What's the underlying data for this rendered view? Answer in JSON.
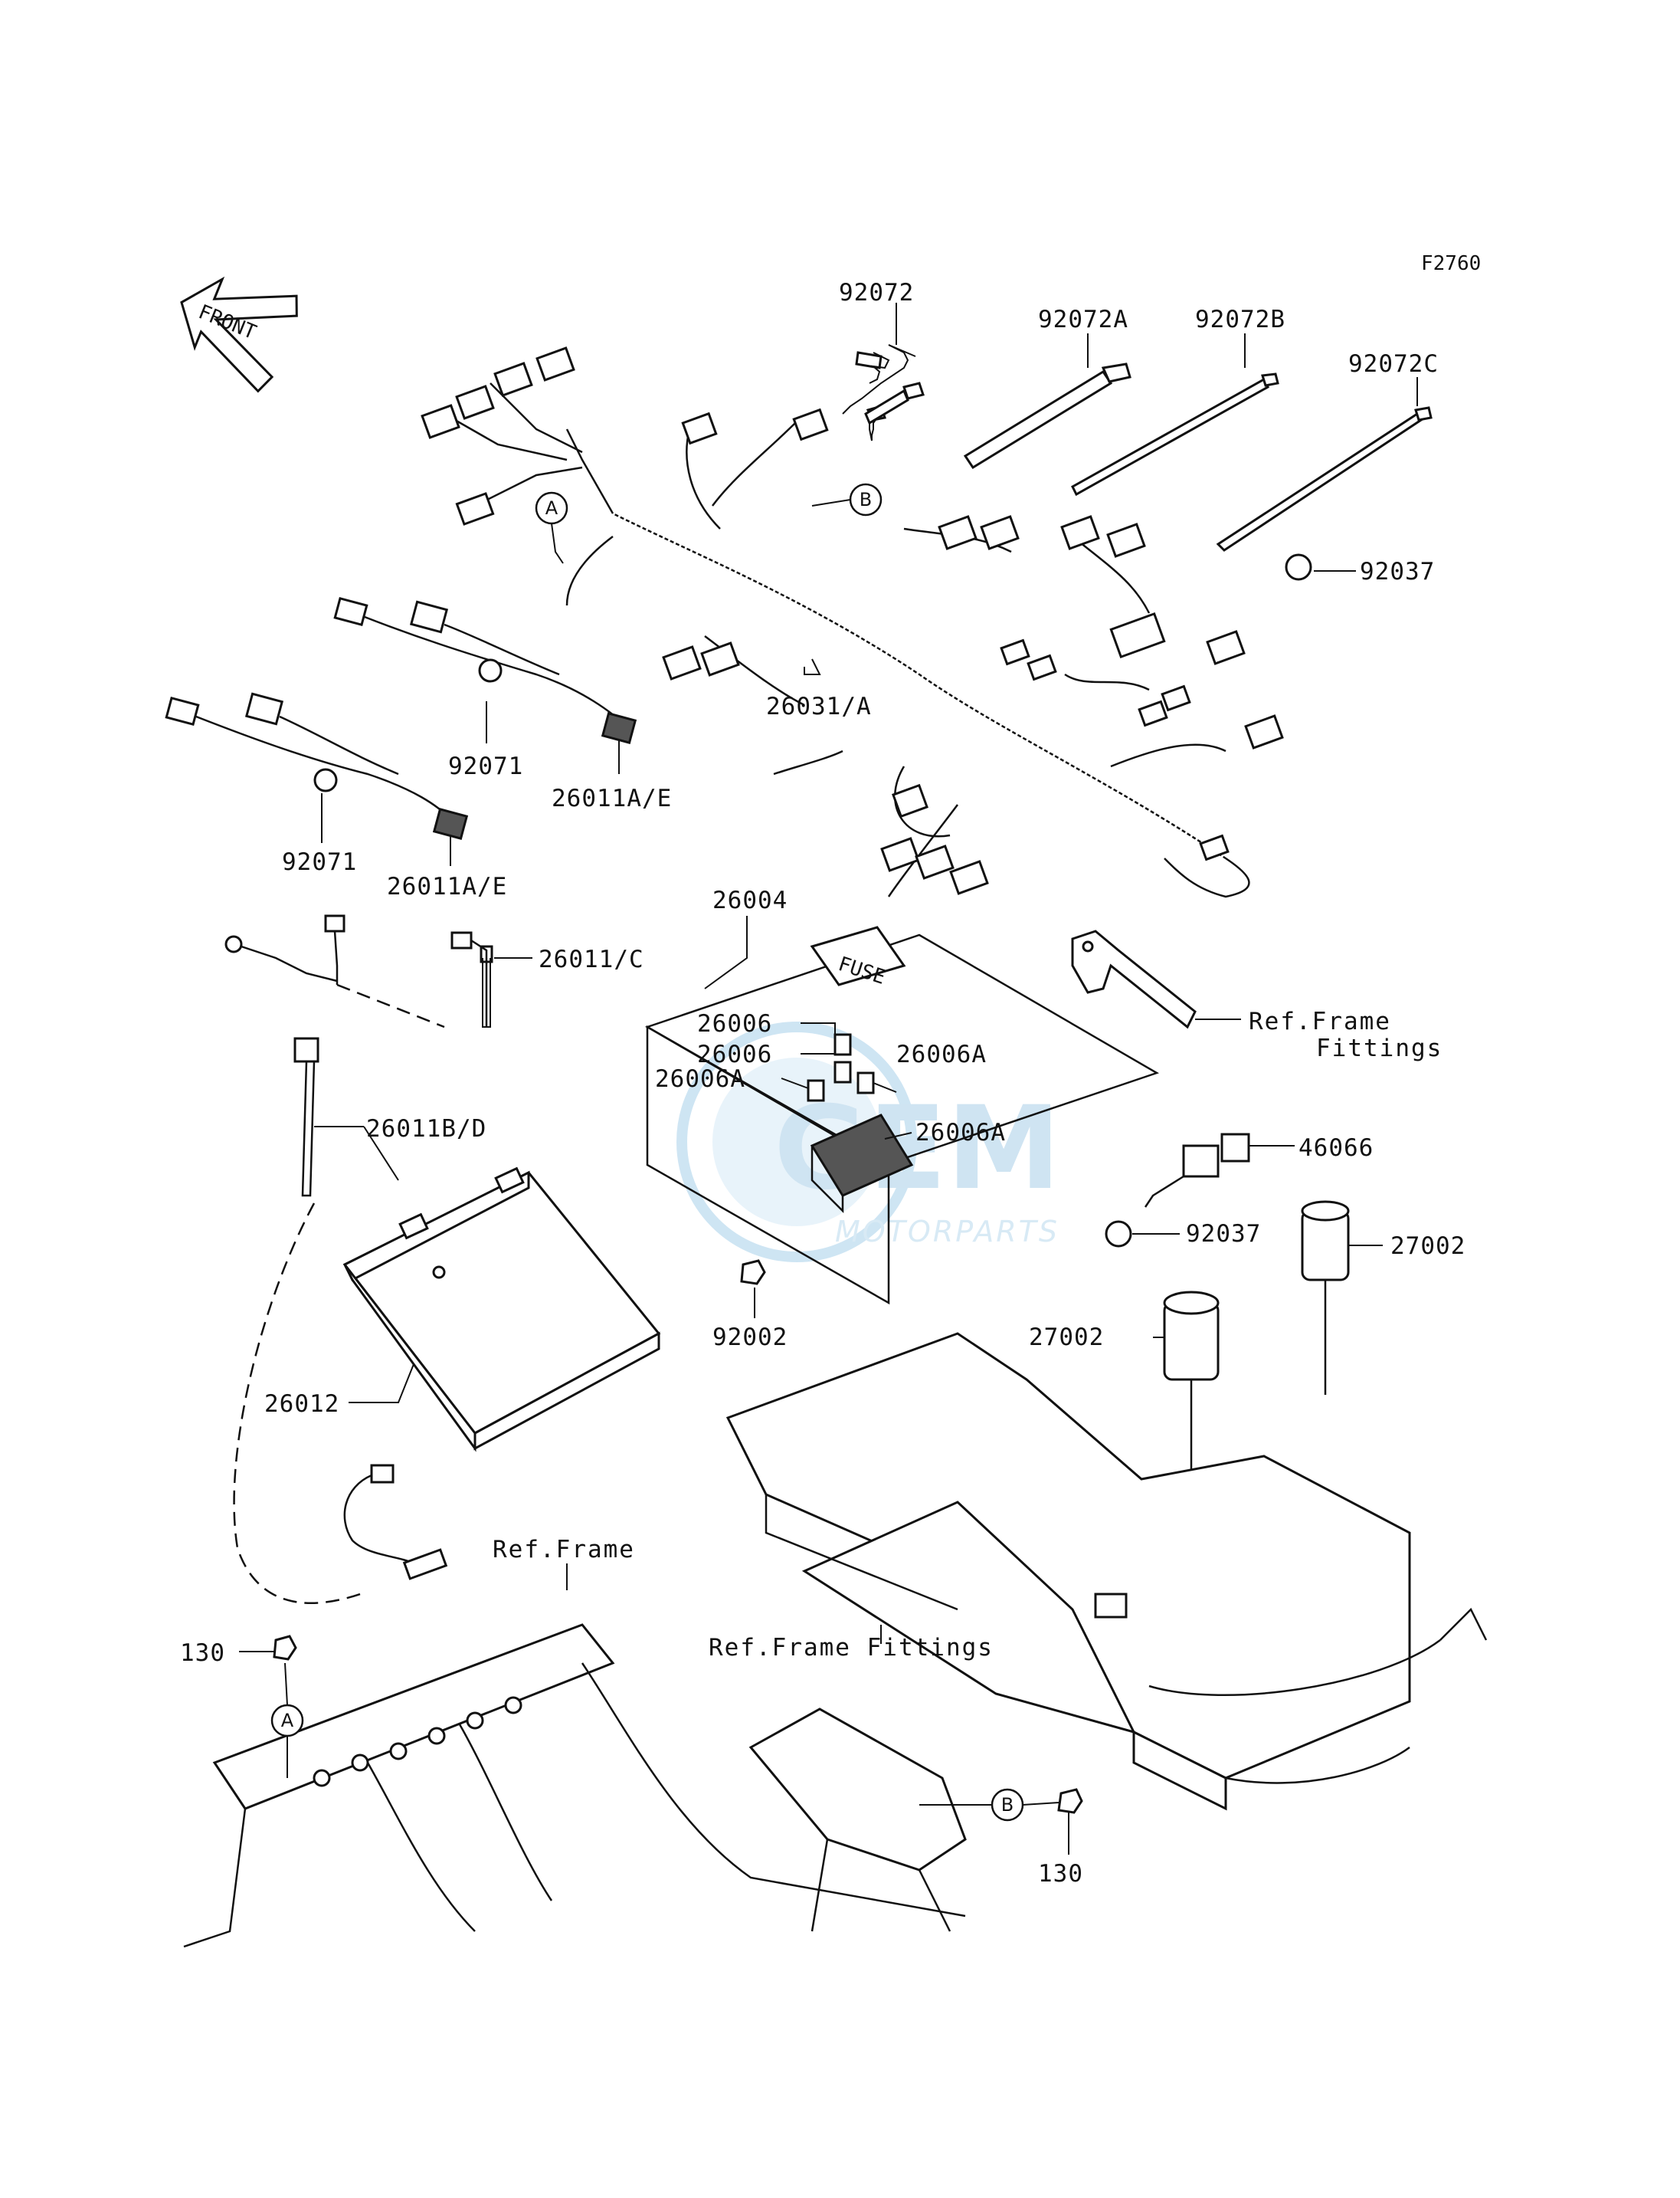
{
  "figure_code": "F2760",
  "front_arrow": {
    "label": "FRONT"
  },
  "callouts": {
    "a": "A",
    "b": "B"
  },
  "fuse_box_label": "FUSE",
  "watermark": {
    "logo_text": "GEM",
    "sub_text": "MOTORPARTS"
  },
  "parts": {
    "p92072": "92072",
    "p92072a": "92072A",
    "p92072b": "92072B",
    "p92072c": "92072C",
    "p92037_top": "92037",
    "p26031": "26031/A",
    "p92071_1": "92071",
    "p26011ae_1": "26011A/E",
    "p92071_2": "92071",
    "p26011ae_2": "26011A/E",
    "p26011c": "26011/C",
    "p26004": "26004",
    "p26006_1": "26006",
    "p26006_2": "26006",
    "p26006a_1": "26006A",
    "p26006a_2": "26006A",
    "p26006a_3": "26006A",
    "p26011bd": "26011B/D",
    "p26012": "26012",
    "p92002": "92002",
    "p46066": "46066",
    "p92037_mid": "92037",
    "p27002_1": "27002",
    "p27002_2": "27002",
    "p130_left": "130",
    "p130_right": "130"
  },
  "refs": {
    "frame_fittings_1": "Ref.Frame",
    "frame_fittings_2": "Fittings",
    "frame": "Ref.Frame",
    "frame_fittings_bottom": "Ref.Frame Fittings"
  }
}
